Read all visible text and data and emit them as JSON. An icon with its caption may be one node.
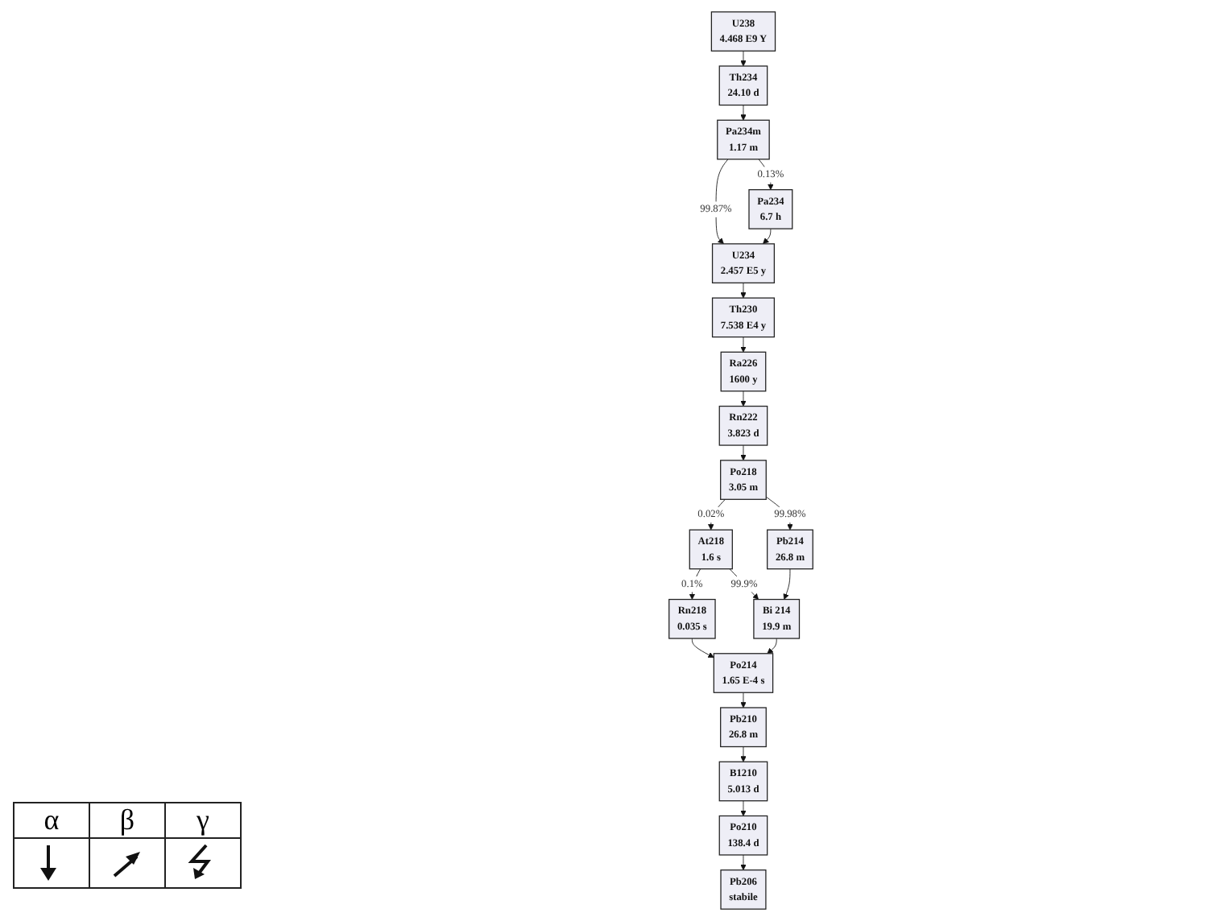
{
  "diagram": {
    "nodes": [
      {
        "text": [
          "U238",
          "4.468 E9 Y"
        ]
      },
      {
        "text": [
          "Th234",
          "24.10 d"
        ]
      },
      {
        "text": [
          "Pa234m",
          "1.17 m"
        ]
      },
      {
        "text": [
          "Pa234",
          "6.7 h"
        ]
      },
      {
        "text": [
          "U234",
          "2.457 E5 y"
        ]
      },
      {
        "text": [
          "Th230",
          "7.538 E4 y"
        ]
      },
      {
        "text": [
          "Ra226",
          "1600 y"
        ]
      },
      {
        "text": [
          "Rn222",
          "3.823 d"
        ]
      },
      {
        "text": [
          "Po218",
          "3.05 m"
        ]
      },
      {
        "text": [
          "At218",
          "1.6 s"
        ]
      },
      {
        "text": [
          "Rn218",
          "0.035 s"
        ]
      },
      {
        "text": [
          "Pb214",
          "26.8 m"
        ]
      },
      {
        "text": [
          "Bi 214",
          "19.9 m"
        ]
      },
      {
        "text": [
          "Po214",
          "1.65 E-4 s"
        ]
      },
      {
        "text": [
          "Pb210",
          "26.8 m"
        ]
      },
      {
        "text": [
          "B1210",
          "5.013 d"
        ]
      },
      {
        "text": [
          "Po210",
          "138.4 d"
        ]
      },
      {
        "text": [
          "Pb206",
          "stabile"
        ]
      }
    ],
    "edges": [
      {
        "from": 0,
        "to": 1,
        "arrow": "to"
      },
      {
        "from": 1,
        "to": 2,
        "arrow": "to"
      },
      {
        "from": 2,
        "to": 4,
        "arrow": "to",
        "label": "99.87%"
      },
      {
        "from": 2,
        "to": 3,
        "arrow": "to",
        "label": "0.13%"
      },
      {
        "from": 3,
        "to": 4,
        "arrow": "to"
      },
      {
        "from": 4,
        "to": 5,
        "arrow": "to"
      },
      {
        "from": 5,
        "to": 6,
        "arrow": "to"
      },
      {
        "from": 6,
        "to": 7,
        "arrow": "to"
      },
      {
        "from": 7,
        "to": 8,
        "arrow": "to"
      },
      {
        "from": 8,
        "to": 9,
        "arrow": "to",
        "label": "0.02%"
      },
      {
        "from": 8,
        "to": 11,
        "arrow": "to",
        "label": "99.98%"
      },
      {
        "from": 9,
        "to": 10,
        "arrow": "to",
        "label": "0.1%"
      },
      {
        "from": 9,
        "to": 12,
        "arrow": "to",
        "label": "99.9%"
      },
      {
        "from": 10,
        "to": 13,
        "arrow": "to"
      },
      {
        "from": 11,
        "to": 12,
        "arrow": "to"
      },
      {
        "from": 12,
        "to": 13,
        "arrow": "to"
      },
      {
        "from": 13,
        "to": 14,
        "arrow": "to"
      },
      {
        "from": 14,
        "to": 15,
        "arrow": "to"
      },
      {
        "from": 15,
        "to": 16,
        "arrow": "to"
      },
      {
        "from": 16,
        "to": 17,
        "arrow": "to"
      }
    ],
    "legend": [
      {
        "text": "α"
      },
      {
        "text": "β"
      },
      {
        "text": "γ"
      }
    ]
  }
}
